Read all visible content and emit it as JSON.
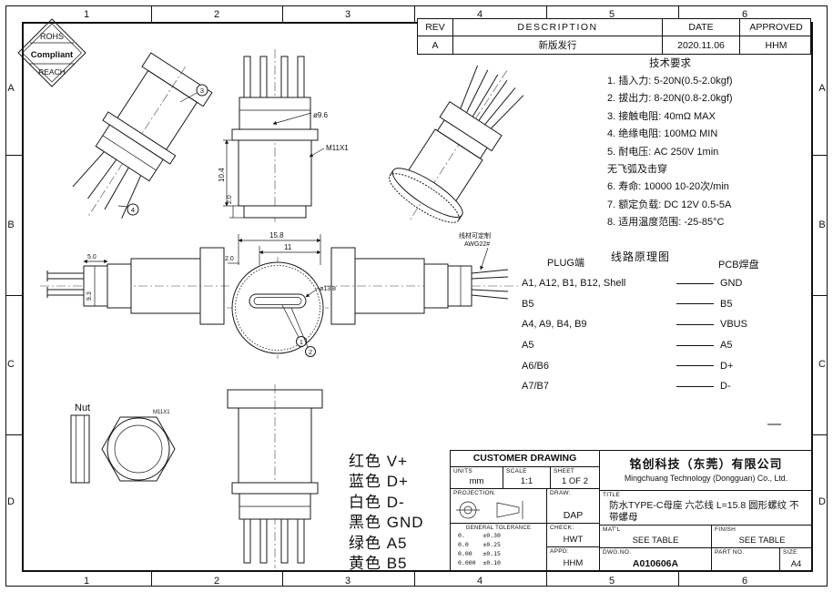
{
  "sheet": {
    "zones_top": [
      "1",
      "2",
      "3",
      "4",
      "5",
      "6"
    ],
    "zones_bottom": [
      "1",
      "2",
      "3",
      "4",
      "5",
      "6"
    ],
    "zones_left": [
      "A",
      "B",
      "C",
      "D"
    ],
    "zones_right": [
      "A",
      "B",
      "C",
      "D"
    ]
  },
  "stamp": {
    "rohs": "ROHS",
    "compliant": "Compliant",
    "reach": "REACH"
  },
  "rev_table": {
    "col_rev": "REV",
    "col_desc": "DESCRIPTION",
    "col_date": "DATE",
    "col_appr": "APPROVED",
    "row_rev": "A",
    "row_desc": "新版发行",
    "row_date": "2020.11.06",
    "row_appr": "HHM"
  },
  "tech": {
    "title": "技术要求",
    "lines": [
      "1. 插入力: 5-20N(0.5-2.0kgf)",
      "2. 拔出力: 8-20N(0.8-2.0kgf)",
      "3. 接触电阻: 40mΩ MAX",
      "4. 绝缘电阻: 100MΩ MIN",
      "5. 耐电压: AC 250V 1min",
      "无飞弧及击穿",
      "6. 寿命: 10000 10-20次/min",
      "7. 额定负载: DC 12V 0.5-5A",
      "8. 适用温度范围: -25-85°C"
    ]
  },
  "wiring": {
    "title": "线路原理图",
    "plug_header": "PLUG端",
    "pcb_header": "PCB焊盘",
    "rows": [
      {
        "plug": "A1, A12, B1, B12, Shell",
        "pcb": "GND"
      },
      {
        "plug": "B5",
        "pcb": "B5"
      },
      {
        "plug": "A4, A9, B4, B9",
        "pcb": "VBUS"
      },
      {
        "plug": "A5",
        "pcb": "A5"
      },
      {
        "plug": "A6/B6",
        "pcb": "D+"
      },
      {
        "plug": "A7/B7",
        "pcb": "D-"
      }
    ]
  },
  "legend": {
    "lines": [
      "红色 V+",
      "蓝色 D+",
      "白色 D-",
      "黑色 GND",
      "绿色 A5",
      "黄色 B5"
    ]
  },
  "dims": {
    "dia_96": "ø9.6",
    "m11": "M11X1",
    "h104": "10.4",
    "t20a": "2.0",
    "len158": "15.8",
    "len11": "11",
    "t20b": "2.0",
    "dia138": "ø13.8",
    "w50": "5.0",
    "h93": "9.3",
    "note1": "线材可定制",
    "note2": "AWG22#",
    "nut": "Nut",
    "nut_thread": "M11X1",
    "b1": "1",
    "b2": "2",
    "b3": "3",
    "b4": "4"
  },
  "title_block": {
    "customer_drawing": "CUSTOMER DRAWING",
    "units_label": "UNITS",
    "units_value": "mm",
    "scale_label": "SCALE",
    "scale_value": "1:1",
    "sheet_label": "SHEET",
    "sheet_value": "1 OF 2",
    "projection_label": "PROJECTION:",
    "draw_label": "DRAW:",
    "draw_value": "DAP",
    "check_label": "CHECK:",
    "check_value": "HWT",
    "appd_label": "APPD:",
    "appd_value": "HHM",
    "tol_title": "GENERAL TOLERANCE",
    "tol_lines": [
      "0.     ±0.30",
      "0.0    ±0.25",
      "0.00   ±0.15",
      "0.000  ±0.10"
    ],
    "company_cn": "铭创科技（东莞）有限公司",
    "company_en": "Mingchuang Technology (Dongguan) Co., Ltd.",
    "title_label": "TITLE",
    "title_value": "防水TYPE-C母座 六芯线 L=15.8 圆形螺纹 不带螺母",
    "matl_label": "MAT'L",
    "matl_value": "SEE TABLE",
    "finish_label": "FINISH",
    "finish_value": "SEE TABLE",
    "dwg_label": "DWG.NO.",
    "dwg_value": "A010606A",
    "part_label": "PART NO.",
    "size_label": "SIZE",
    "size_value": "A4"
  }
}
